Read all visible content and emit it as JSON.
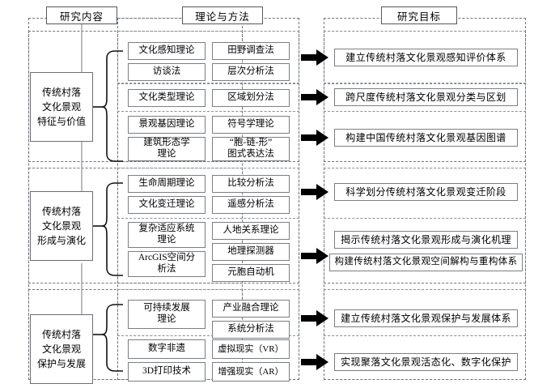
{
  "headers": [
    {
      "label": "研究内容",
      "name": "header-research-content"
    },
    {
      "label": "理论与方法",
      "name": "header-theory-method"
    },
    {
      "label": "研究目标",
      "name": "header-research-goal"
    }
  ],
  "sections": [
    {
      "id": "section-1",
      "theme": "传统村落\n文化景观\n特征与价值",
      "theme_lines": [
        "传统村落",
        "文化景观",
        "特征与价值"
      ],
      "groups": [
        {
          "theories": [
            "文化感知理论",
            "访谈法"
          ],
          "methods": [
            "田野调查法",
            "层次分析法"
          ],
          "goals": [
            "建立传统村落文化景观感知评价体系"
          ]
        },
        {
          "theories": [
            "文化类型理论"
          ],
          "methods": [
            "区域划分法"
          ],
          "goals": [
            "跨尺度传统村落文化景观分类与区划"
          ]
        },
        {
          "theories": [
            "景观基因理论",
            "建筑形态学\n理论"
          ],
          "methods": [
            "符号学理论",
            "“胞-链-形”\n图式表达法"
          ],
          "goals": [
            "构建中国传统村落文化景观基因图谱"
          ]
        }
      ]
    },
    {
      "id": "section-2",
      "theme": "传统村落\n文化景观\n形成与演化",
      "theme_lines": [
        "传统村落",
        "文化景观",
        "形成与演化"
      ],
      "groups": [
        {
          "theories": [
            "生命周期理论",
            "文化变迁理论"
          ],
          "methods": [
            "比较分析法",
            "遥感分析法"
          ],
          "goals": [
            "科学划分传统村落文化景观变迁阶段"
          ]
        },
        {
          "theories": [
            "复杂适应系统\n理论",
            "ArcGIS空间分\n析法"
          ],
          "methods": [
            "人地关系理论",
            "地理探测器",
            "元胞自动机"
          ],
          "goals": [
            "揭示传统村落文化景观形成与演化机理",
            "构建传统村落文化景观空间解构与重构体系"
          ]
        }
      ]
    },
    {
      "id": "section-3",
      "theme": "传统村落\n文化景观\n保护与发展",
      "theme_lines": [
        "传统村落",
        "文化景观",
        "保护与发展"
      ],
      "groups": [
        {
          "theories": [
            "可持续发展\n理论"
          ],
          "methods": [
            "产业融合理论",
            "系统分析法"
          ],
          "goals": [
            "建立传统村落文化景观保护与发展体系"
          ]
        },
        {
          "theories": [
            "数字非遗",
            "3D打印技术"
          ],
          "methods": [
            "虚拟现实（VR）",
            "增强现实（AR）"
          ],
          "goals": [
            "实现聚落文化景观活态化、数字化保护"
          ]
        }
      ]
    }
  ],
  "colors": {
    "box_border": "#7a7f84",
    "header_border": "#54585c",
    "dashed": "#6f7479",
    "arrow": "#000000",
    "background": "#ffffff"
  }
}
